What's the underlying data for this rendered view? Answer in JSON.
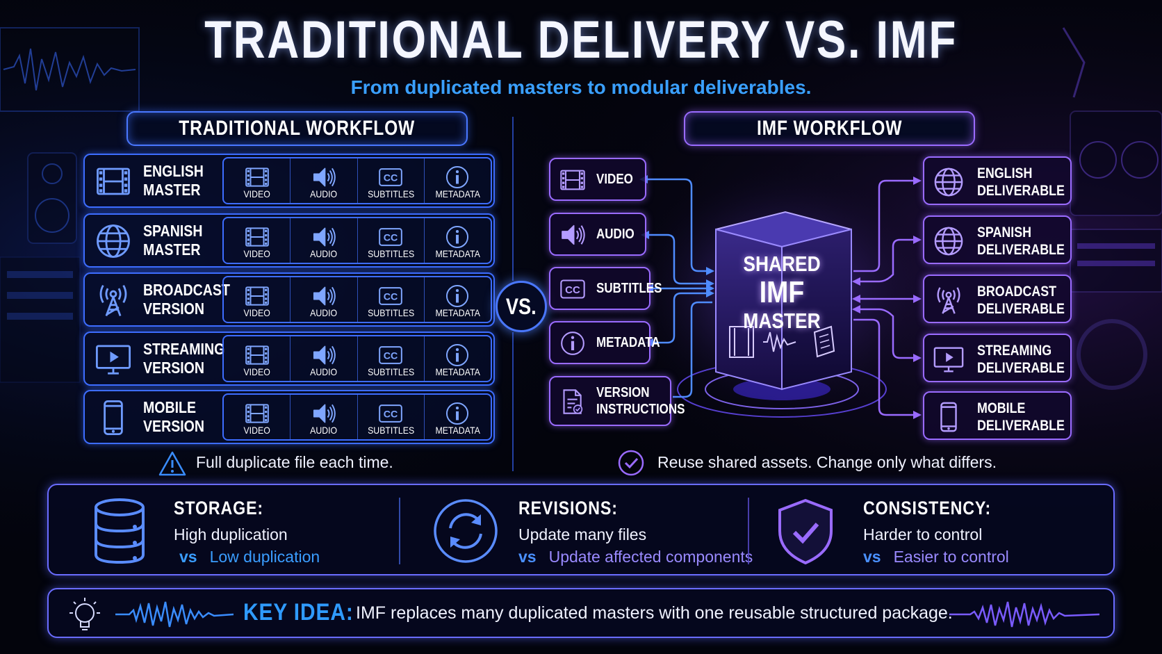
{
  "title": "TRADITIONAL DELIVERY VS. IMF",
  "subtitle": "From duplicated masters to modular deliverables.",
  "colors": {
    "blue_accent": "#3aa0ff",
    "blue_border": "#3d6dff",
    "purple_border": "#9a6bff",
    "background": "#03040c"
  },
  "traditional": {
    "header": "TRADITIONAL WORKFLOW",
    "cell_labels": [
      "VIDEO",
      "AUDIO",
      "SUBTITLES",
      "METADATA"
    ],
    "rows": [
      {
        "label": "ENGLISH\nMASTER",
        "icon": "film-icon"
      },
      {
        "label": "SPANISH\nMASTER",
        "icon": "globe-icon"
      },
      {
        "label": "BROADCAST\nVERSION",
        "icon": "antenna-icon"
      },
      {
        "label": "STREAMING\nVERSION",
        "icon": "monitor-play-icon"
      },
      {
        "label": "MOBILE\nVERSION",
        "icon": "phone-icon"
      }
    ],
    "note": "Full duplicate file each time."
  },
  "vs": "VS.",
  "imf": {
    "header": "IMF WORKFLOW",
    "components": [
      {
        "label": "VIDEO",
        "icon": "film-icon"
      },
      {
        "label": "AUDIO",
        "icon": "speaker-icon"
      },
      {
        "label": "SUBTITLES",
        "icon": "cc-icon"
      },
      {
        "label": "METADATA",
        "icon": "info-icon"
      },
      {
        "label": "VERSION\nINSTRUCTIONS",
        "icon": "document-check-icon"
      }
    ],
    "master": {
      "line1": "SHARED",
      "line2": "IMF",
      "line3": "MASTER"
    },
    "deliverables": [
      {
        "label": "ENGLISH\nDELIVERABLE",
        "icon": "globe-icon"
      },
      {
        "label": "SPANISH\nDELIVERABLE",
        "icon": "globe-icon"
      },
      {
        "label": "BROADCAST\nDELIVERABLE",
        "icon": "antenna-icon"
      },
      {
        "label": "STREAMING\nDELIVERABLE",
        "icon": "monitor-play-icon"
      },
      {
        "label": "MOBILE\nDELIVERABLE",
        "icon": "phone-icon"
      }
    ],
    "note": "Reuse shared assets. Change only what differs."
  },
  "comparison": [
    {
      "title": "STORAGE:",
      "traditional": "High duplication",
      "vs": "vs",
      "imf": "Low duplication",
      "icon": "database-icon"
    },
    {
      "title": "REVISIONS:",
      "traditional": "Update many files",
      "vs": "vs",
      "imf": "Update affected components",
      "icon": "refresh-icon"
    },
    {
      "title": "CONSISTENCY:",
      "traditional": "Harder to control",
      "vs": "vs",
      "imf": "Easier to control",
      "icon": "shield-check-icon"
    }
  ],
  "key_idea": {
    "label": "KEY IDEA:",
    "text": "IMF replaces many duplicated masters with one reusable structured package."
  }
}
